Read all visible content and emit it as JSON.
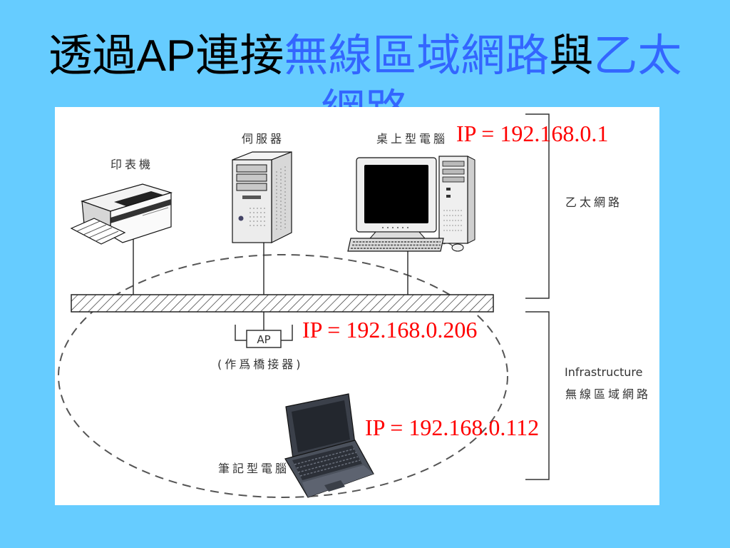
{
  "slide": {
    "colors": {
      "background": "#66CCFF",
      "title_text": "#000000",
      "title_accent": "#3366FF",
      "ip_text": "#FF0000"
    },
    "title": {
      "part1": "透過",
      "part2": "AP",
      "part3": "連接",
      "part4": "無線區域網路",
      "part5": "與",
      "part6": "乙太網路"
    }
  },
  "diagram": {
    "printer_label": "印表機",
    "server_label": "伺服器",
    "desktop_label": "桌上型電腦",
    "desktop_ip": "IP = 192.168.0.1",
    "ethernet_label": "乙太網路",
    "ap_label": "AP",
    "ap_note": "(作爲橋接器)",
    "ap_ip": "IP = 192.168.0.206",
    "wireless_label_line1": "Infrastructure",
    "wireless_label_line2": "無線區域網路",
    "laptop_label": "筆記型電腦",
    "laptop_ip": "IP = 192.168.0.112",
    "icons": [
      "printer-icon",
      "server-icon",
      "desktop-computer-icon",
      "laptop-icon",
      "access-point-icon"
    ]
  }
}
